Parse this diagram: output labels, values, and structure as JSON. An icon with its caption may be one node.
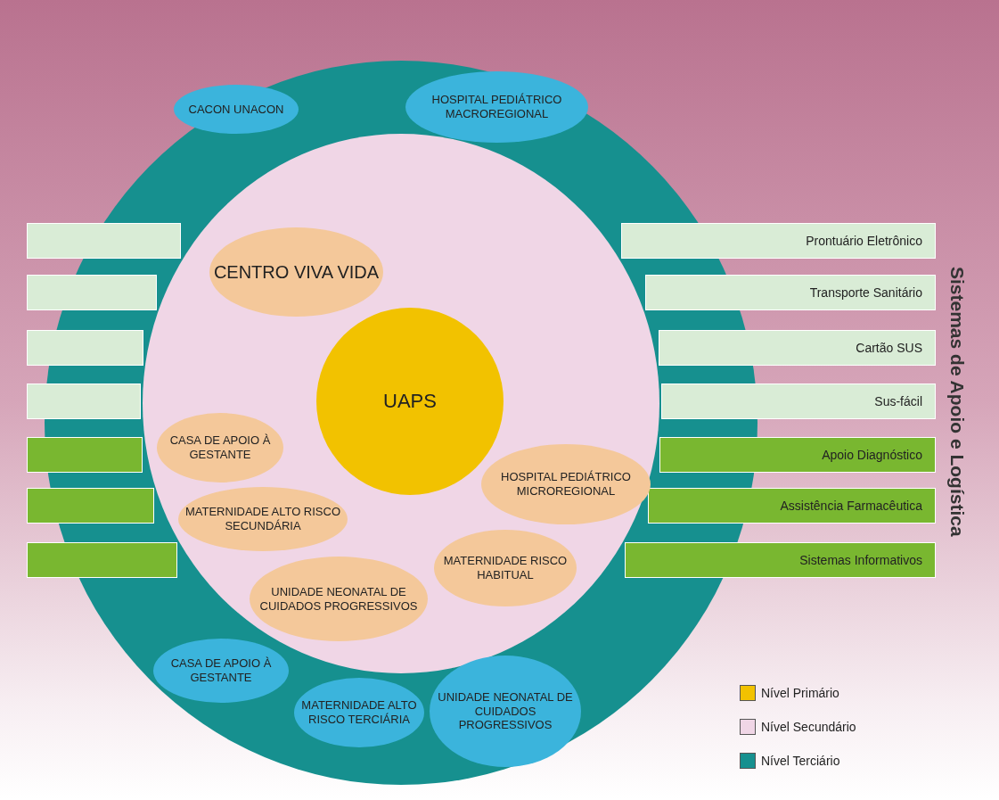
{
  "diagram": {
    "nodes": [
      {
        "text": [],
        "shape": "circle"
      },
      {
        "text": [
          "CACON UNACON"
        ],
        "in": 0
      },
      {
        "text": [
          "HOSPITAL PEDIÁTRICO MACROREGIONAL"
        ],
        "in": 0
      },
      {
        "text": [],
        "shape": "circle",
        "in": 0
      },
      {
        "text": [
          "CENTRO VIVA VIDA"
        ],
        "in": 3
      },
      {
        "text": [
          "UAPS"
        ],
        "in": 3
      },
      {
        "text": [
          "CASA DE APOIO À GESTANTE"
        ],
        "in": 3
      },
      {
        "text": [
          "HOSPITAL PEDIÁTRICO MICROREGIONAL"
        ],
        "in": 3
      },
      {
        "text": [
          "MATERNIDADE ALTO RISCO SECUNDÁRIA"
        ],
        "in": 3
      },
      {
        "text": [
          "MATERNIDADE RISCO HABITUAL"
        ],
        "in": 3
      },
      {
        "text": [
          "UNIDADE NEONATAL DE CUIDADOS PROGRESSIVOS"
        ],
        "in": 3
      },
      {
        "text": [
          "CASA DE APOIO À GESTANTE"
        ],
        "in": 0
      },
      {
        "text": [
          "MATERNIDADE ALTO RISCO TERCIÁRIA"
        ],
        "in": 0
      },
      {
        "text": [
          "UNIDADE NEONATAL DE CUIDADOS PROGRESSIVOS"
        ],
        "in": 0
      },
      {
        "text": [
          "Prontuário Eletrônico"
        ]
      },
      {
        "text": [
          "Transporte Sanitário"
        ]
      },
      {
        "text": [
          "Cartão SUS"
        ]
      },
      {
        "text": [
          "Sus-fácil"
        ]
      },
      {
        "text": [
          "Apoio Diagnóstico"
        ]
      },
      {
        "text": [
          "Assistência Farmacêutica"
        ]
      },
      {
        "text": [
          "Sistemas Informativos"
        ]
      },
      {
        "text": [],
        "shape": "bar"
      },
      {
        "text": [],
        "shape": "bar"
      },
      {
        "text": [],
        "shape": "bar"
      },
      {
        "text": [],
        "shape": "bar"
      },
      {
        "text": [],
        "shape": "bar"
      },
      {
        "text": [],
        "shape": "bar"
      },
      {
        "text": [],
        "shape": "bar"
      }
    ],
    "labels": [
      "Sistemas de Apoio e Logística"
    ],
    "legend": [
      {
        "text": "Nível Primário",
        "color": "#f2c200"
      },
      {
        "text": "Nível Secundário",
        "color": "#f0d6e6"
      },
      {
        "text": "Nível Terciário",
        "color": "#16908f"
      }
    ]
  }
}
